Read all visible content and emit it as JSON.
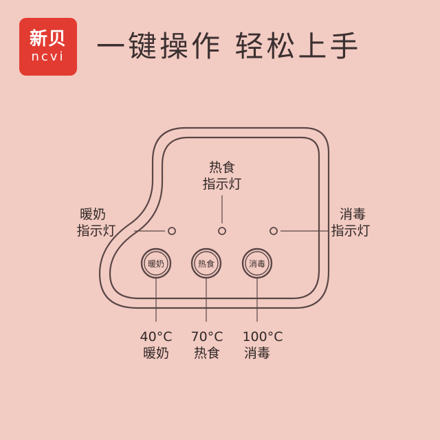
{
  "logo": {
    "cn": "新贝",
    "en": "ncvi",
    "color": "#e23b31"
  },
  "headline": "一键操作 轻松上手",
  "colors": {
    "background": "#f2cbc3",
    "outline": "#5a4746",
    "text": "#2f2725"
  },
  "indicators": {
    "warm_milk": [
      "暖奶",
      "指示灯"
    ],
    "hot_food": [
      "热食",
      "指示灯"
    ],
    "sterilize": [
      "消毒",
      "指示灯"
    ]
  },
  "buttons": [
    {
      "label": "暖奶",
      "temp": "40°C",
      "mode": "暖奶"
    },
    {
      "label": "热食",
      "temp": "70°C",
      "mode": "热食"
    },
    {
      "label": "消毒",
      "temp": "100°C",
      "mode": "消毒"
    }
  ]
}
